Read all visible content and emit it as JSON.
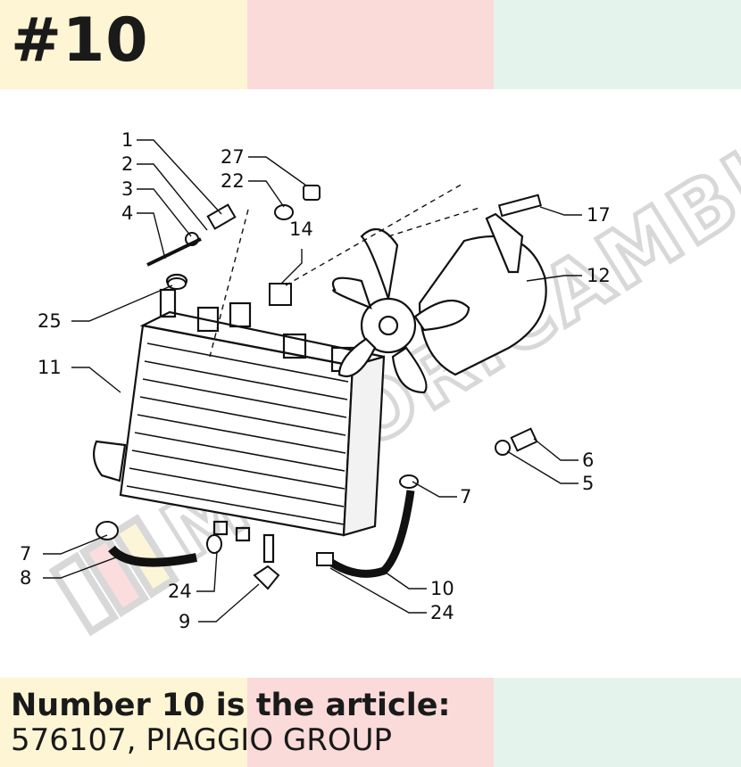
{
  "header": {
    "title": "#10"
  },
  "caption": {
    "line1": "Number 10 is the article:",
    "line2": "576107, PIAGGIO GROUP"
  },
  "colors": {
    "band_yellow": "#fdf5d4",
    "band_pink": "#fbdada",
    "band_mint": "#e4f4ec",
    "ink": "#1a1a1a",
    "watermark": "#d8d8d8"
  },
  "diagram": {
    "callouts": [
      "1",
      "2",
      "3",
      "4",
      "27",
      "22",
      "14",
      "17",
      "12",
      "25",
      "11",
      "6",
      "5",
      "7",
      "7",
      "8",
      "24",
      "9",
      "10",
      "24"
    ]
  }
}
